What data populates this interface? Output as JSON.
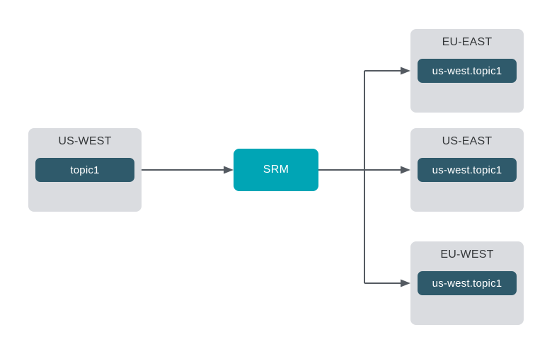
{
  "diagram": {
    "source": {
      "title": "US-WEST",
      "topic": "topic1"
    },
    "replicator": {
      "label": "SRM"
    },
    "destinations": [
      {
        "title": "EU-EAST",
        "topic": "us-west.topic1"
      },
      {
        "title": "US-EAST",
        "topic": "us-west.topic1"
      },
      {
        "title": "EU-WEST",
        "topic": "us-west.topic1"
      }
    ],
    "colors": {
      "cluster_bg": "#dadce0",
      "topic_pill_bg": "#2f5a6b",
      "replicator_bg": "#00a5b5",
      "arrow": "#545a61",
      "title_text": "#333638",
      "pill_text": "#ffffff"
    }
  }
}
